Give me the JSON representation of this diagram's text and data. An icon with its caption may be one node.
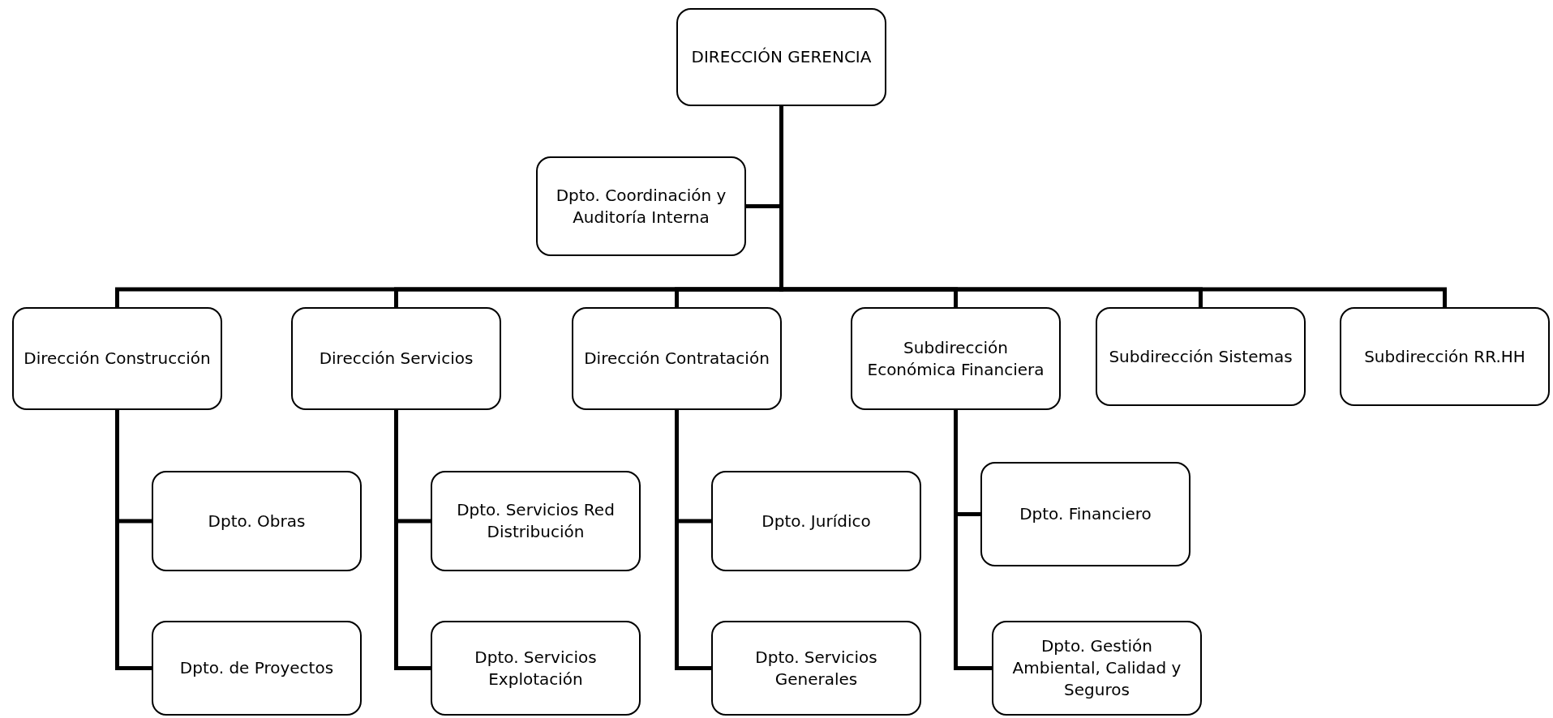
{
  "diagram": {
    "nodes": [
      {
        "text": [
          "DIRECCIÓN GERENCIA"
        ]
      },
      {
        "text": [
          "Dpto. Coordinación y Auditoría Interna"
        ]
      },
      {
        "text": [
          "Dirección Construcción"
        ]
      },
      {
        "text": [
          "Dirección Servicios"
        ]
      },
      {
        "text": [
          "Dirección Contratación"
        ]
      },
      {
        "text": [
          "Subdirección Económica Financiera"
        ]
      },
      {
        "text": [
          "Subdirección Sistemas"
        ]
      },
      {
        "text": [
          "Subdirección RR.HH"
        ]
      },
      {
        "text": [
          "Dpto. Obras"
        ]
      },
      {
        "text": [
          "Dpto. de Proyectos"
        ]
      },
      {
        "text": [
          "Dpto. Servicios Red Distribución"
        ]
      },
      {
        "text": [
          "Dpto. Servicios Explotación"
        ]
      },
      {
        "text": [
          "Dpto. Jurídico"
        ]
      },
      {
        "text": [
          "Dpto. Servicios Generales"
        ]
      },
      {
        "text": [
          "Dpto. Financiero"
        ]
      },
      {
        "text": [
          "Dpto. Gestión Ambiental, Calidad y Seguros"
        ]
      }
    ],
    "edges": [
      {
        "from": 0,
        "to": 1,
        "arrow": "none"
      },
      {
        "from": 0,
        "to": 2,
        "arrow": "none"
      },
      {
        "from": 0,
        "to": 3,
        "arrow": "none"
      },
      {
        "from": 0,
        "to": 4,
        "arrow": "none"
      },
      {
        "from": 0,
        "to": 5,
        "arrow": "none"
      },
      {
        "from": 0,
        "to": 6,
        "arrow": "none"
      },
      {
        "from": 0,
        "to": 7,
        "arrow": "none"
      },
      {
        "from": 2,
        "to": 8,
        "arrow": "none"
      },
      {
        "from": 2,
        "to": 9,
        "arrow": "none"
      },
      {
        "from": 3,
        "to": 10,
        "arrow": "none"
      },
      {
        "from": 3,
        "to": 11,
        "arrow": "none"
      },
      {
        "from": 4,
        "to": 12,
        "arrow": "none"
      },
      {
        "from": 4,
        "to": 13,
        "arrow": "none"
      },
      {
        "from": 5,
        "to": 14,
        "arrow": "none"
      },
      {
        "from": 5,
        "to": 15,
        "arrow": "none"
      }
    ]
  }
}
